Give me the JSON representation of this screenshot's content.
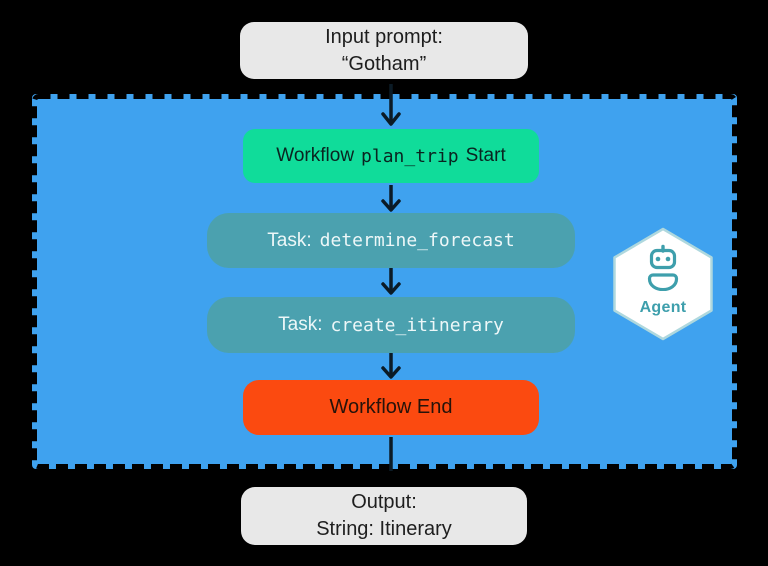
{
  "page": {
    "background": "#000000"
  },
  "input_node": {
    "line1": "Input prompt:",
    "line2": "“Gotham”",
    "bg": "#E8E8E8"
  },
  "workflow_panel": {
    "bg": "#3FA2EF",
    "border_color": "#000000"
  },
  "start_node": {
    "prefix": "Workflow",
    "code": "plan_trip",
    "suffix": "Start",
    "bg": "#10DC9A"
  },
  "tasks": [
    {
      "label": "Task:",
      "code": "determine_forecast"
    },
    {
      "label": "Task:",
      "code": "create_itinerary"
    }
  ],
  "task_style": {
    "bg": "#4BA1AF"
  },
  "end_node": {
    "label": "Workflow End",
    "bg": "#FB4A10"
  },
  "agent_badge": {
    "label": "Agent",
    "icon": "robot-icon",
    "color": "#3E9FAC",
    "bg": "#FFFFFF"
  },
  "output_node": {
    "line1": "Output:",
    "line2": "String: Itinerary",
    "bg": "#E8E8E8"
  },
  "arrow_color": "#0B1B26"
}
